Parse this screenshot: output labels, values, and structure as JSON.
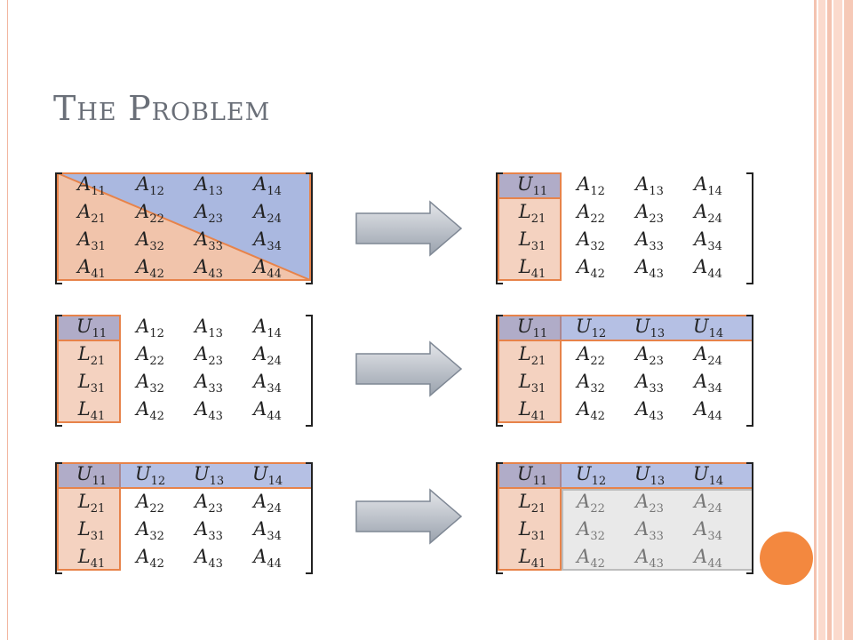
{
  "title": {
    "first_cap": "T",
    "first_rest": "HE",
    "second_cap": "P",
    "second_rest": "ROBLEM"
  },
  "colors": {
    "accent_orange": "#f3883f",
    "lower_fill": "#eeb596",
    "upper_fill": "#8ea0d6",
    "title": "#6a6f78"
  },
  "icons": {
    "arrow": "right-arrow-icon",
    "dot": "circle-icon"
  },
  "matrices": {
    "m1": {
      "cells": [
        [
          "A",
          "11"
        ],
        [
          "A",
          "12"
        ],
        [
          "A",
          "13"
        ],
        [
          "A",
          "14"
        ],
        [
          "A",
          "21"
        ],
        [
          "A",
          "22"
        ],
        [
          "A",
          "23"
        ],
        [
          "A",
          "24"
        ],
        [
          "A",
          "31"
        ],
        [
          "A",
          "32"
        ],
        [
          "A",
          "33"
        ],
        [
          "A",
          "34"
        ],
        [
          "A",
          "41"
        ],
        [
          "A",
          "42"
        ],
        [
          "A",
          "43"
        ],
        [
          "A",
          "44"
        ]
      ]
    },
    "m2": {
      "cells": [
        [
          "U",
          "11"
        ],
        [
          "A",
          "12"
        ],
        [
          "A",
          "13"
        ],
        [
          "A",
          "14"
        ],
        [
          "L",
          "21"
        ],
        [
          "A",
          "22"
        ],
        [
          "A",
          "23"
        ],
        [
          "A",
          "24"
        ],
        [
          "L",
          "31"
        ],
        [
          "A",
          "32"
        ],
        [
          "A",
          "33"
        ],
        [
          "A",
          "34"
        ],
        [
          "L",
          "41"
        ],
        [
          "A",
          "42"
        ],
        [
          "A",
          "43"
        ],
        [
          "A",
          "44"
        ]
      ]
    },
    "m3": {
      "cells": [
        [
          "U",
          "11"
        ],
        [
          "A",
          "12"
        ],
        [
          "A",
          "13"
        ],
        [
          "A",
          "14"
        ],
        [
          "L",
          "21"
        ],
        [
          "A",
          "22"
        ],
        [
          "A",
          "23"
        ],
        [
          "A",
          "24"
        ],
        [
          "L",
          "31"
        ],
        [
          "A",
          "32"
        ],
        [
          "A",
          "33"
        ],
        [
          "A",
          "34"
        ],
        [
          "L",
          "41"
        ],
        [
          "A",
          "42"
        ],
        [
          "A",
          "43"
        ],
        [
          "A",
          "44"
        ]
      ]
    },
    "m4": {
      "cells": [
        [
          "U",
          "11"
        ],
        [
          "U",
          "12"
        ],
        [
          "U",
          "13"
        ],
        [
          "U",
          "14"
        ],
        [
          "L",
          "21"
        ],
        [
          "A",
          "22"
        ],
        [
          "A",
          "23"
        ],
        [
          "A",
          "24"
        ],
        [
          "L",
          "31"
        ],
        [
          "A",
          "32"
        ],
        [
          "A",
          "33"
        ],
        [
          "A",
          "34"
        ],
        [
          "L",
          "41"
        ],
        [
          "A",
          "42"
        ],
        [
          "A",
          "43"
        ],
        [
          "A",
          "44"
        ]
      ]
    },
    "m5": {
      "cells": [
        [
          "U",
          "11"
        ],
        [
          "U",
          "12"
        ],
        [
          "U",
          "13"
        ],
        [
          "U",
          "14"
        ],
        [
          "L",
          "21"
        ],
        [
          "A",
          "22"
        ],
        [
          "A",
          "23"
        ],
        [
          "A",
          "24"
        ],
        [
          "L",
          "31"
        ],
        [
          "A",
          "32"
        ],
        [
          "A",
          "33"
        ],
        [
          "A",
          "34"
        ],
        [
          "L",
          "41"
        ],
        [
          "A",
          "42"
        ],
        [
          "A",
          "43"
        ],
        [
          "A",
          "44"
        ]
      ]
    },
    "m6": {
      "cells": [
        [
          "U",
          "11"
        ],
        [
          "U",
          "12"
        ],
        [
          "U",
          "13"
        ],
        [
          "U",
          "14"
        ],
        [
          "L",
          "21"
        ],
        [
          "A",
          "22"
        ],
        [
          "A",
          "23"
        ],
        [
          "A",
          "24"
        ],
        [
          "L",
          "31"
        ],
        [
          "A",
          "32"
        ],
        [
          "A",
          "33"
        ],
        [
          "A",
          "34"
        ],
        [
          "L",
          "41"
        ],
        [
          "A",
          "42"
        ],
        [
          "A",
          "43"
        ],
        [
          "A",
          "44"
        ]
      ]
    }
  }
}
